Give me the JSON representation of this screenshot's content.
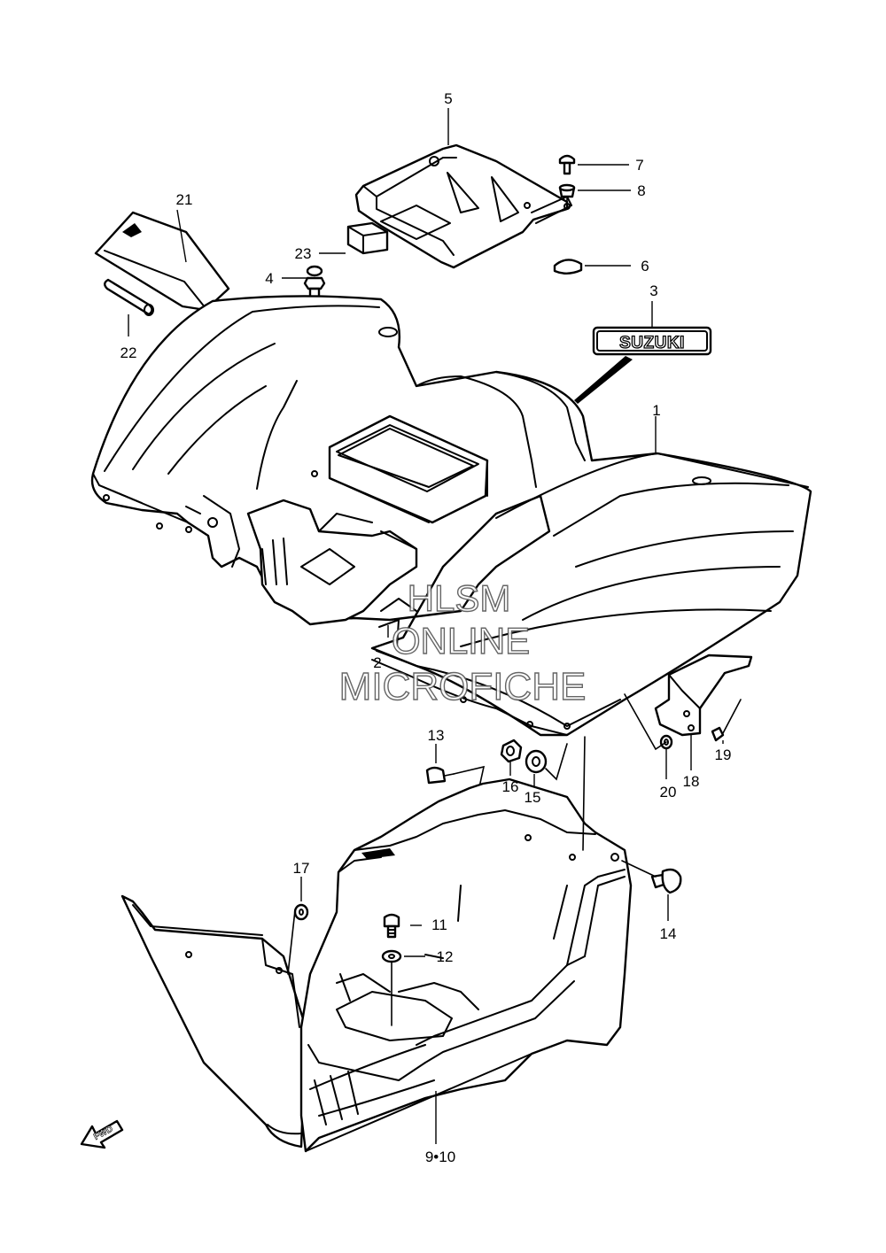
{
  "diagram": {
    "callouts": [
      {
        "id": "1",
        "label": "1"
      },
      {
        "id": "2",
        "label": "2"
      },
      {
        "id": "3",
        "label": "3"
      },
      {
        "id": "4",
        "label": "4"
      },
      {
        "id": "5",
        "label": "5"
      },
      {
        "id": "6",
        "label": "6"
      },
      {
        "id": "7",
        "label": "7"
      },
      {
        "id": "8",
        "label": "8"
      },
      {
        "id": "9-10",
        "label": "9•10"
      },
      {
        "id": "11",
        "label": "11"
      },
      {
        "id": "12",
        "label": "12"
      },
      {
        "id": "13",
        "label": "13"
      },
      {
        "id": "14",
        "label": "14"
      },
      {
        "id": "15",
        "label": "15"
      },
      {
        "id": "16",
        "label": "16"
      },
      {
        "id": "17",
        "label": "17"
      },
      {
        "id": "18",
        "label": "18"
      },
      {
        "id": "19",
        "label": "19"
      },
      {
        "id": "20",
        "label": "20"
      },
      {
        "id": "21",
        "label": "21"
      },
      {
        "id": "22",
        "label": "22"
      },
      {
        "id": "23",
        "label": "23"
      }
    ],
    "emblem_text": "SUZUKI",
    "direction_marker": "FWD",
    "watermark": [
      "HLSM",
      "ONLINE",
      "MICROFICHE"
    ]
  }
}
